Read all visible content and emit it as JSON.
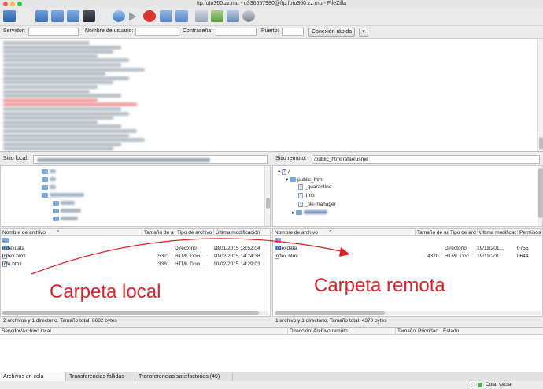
{
  "window": {
    "title": "ftp.foto360.zz.mu - u336657980@ftp.foto360.zz.mu - FileZilla"
  },
  "quickconnect": {
    "host_label": "Servidor:",
    "user_label": "Nombre de usuario:",
    "pass_label": "Contraseña:",
    "port_label": "Puerto:",
    "connect_label": "Conexión rápida"
  },
  "local": {
    "site_label": "Sitio local:",
    "columns": [
      "Nombre de archivo",
      "Tamaño de archivo",
      "Tipo de archivo",
      "Última modificación"
    ],
    "files": [
      {
        "name": "..",
        "size": "",
        "type": "",
        "modified": ""
      },
      {
        "name": "indexdata",
        "size": "",
        "type": "Directorio",
        "modified": "18/01/2015 18:52:04"
      },
      {
        "name": "index.html",
        "size": "5321",
        "type": "HTML Docu...",
        "modified": "10/02/2015 14:24:38"
      },
      {
        "name": "info.html",
        "size": "3361",
        "type": "HTML Docu...",
        "modified": "10/02/2015 14:29:03"
      }
    ],
    "status": "2 archivos y 1 directorio. Tamaño total: 8682 bytes",
    "annotation": "Carpeta local"
  },
  "remote": {
    "site_label": "Sitio remoto:",
    "path": "/public_html/rafaelusme",
    "tree": {
      "root": "/",
      "public_html": "public_html",
      "children": [
        "_quarantine",
        ".tmb",
        "_file-manager"
      ]
    },
    "columns": [
      "Nombre de archivo",
      "Tamaño de archivo",
      "Tipo de archivo",
      "Última modificación",
      "Permisos"
    ],
    "files": [
      {
        "name": "..",
        "size": "",
        "type": "",
        "modified": "",
        "perms": ""
      },
      {
        "name": "indexdata",
        "size": "",
        "type": "Directorio",
        "modified": "19/11/201...",
        "perms": "0755"
      },
      {
        "name": "index.html",
        "size": "4370",
        "type": "HTML Doc...",
        "modified": "19/11/201...",
        "perms": "0644"
      }
    ],
    "status": "1 archivo y 1 directorio. Tamaño total: 4370 bytes",
    "annotation": "Carpeta remota"
  },
  "queue": {
    "columns": [
      "Servidor/Archivo local",
      "Dirección",
      "Archivo remoto",
      "Tamaño",
      "Prioridad",
      "Estado"
    ],
    "tabs": [
      "Archivos en cola",
      "Transferencias fallidas",
      "Transferencias satisfactorias (49)"
    ]
  },
  "footer": {
    "queue_status": "Cola: vacía"
  },
  "colors": {
    "annotation": "#d8232a",
    "folder": "#79a7dc",
    "connect_button": "#dcdcdc"
  }
}
